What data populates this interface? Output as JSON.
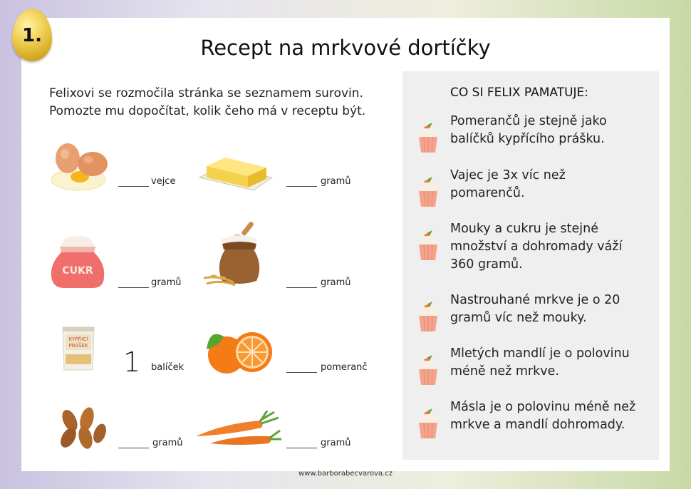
{
  "badge_number": "1.",
  "title": "Recept na mrkvové dortíčky",
  "intro": {
    "line1": "Felixovi se rozmočila stránka se seznamem surovin.",
    "line2": "Pomozte mu dopočítat, kolik čeho má v receptu být."
  },
  "ingredients": [
    {
      "icon": "eggs-icon",
      "unit": "vejce"
    },
    {
      "icon": "butter-icon",
      "unit": "gramů"
    },
    {
      "icon": "sugar-bag-icon",
      "unit": "gramů",
      "label": "CUKR"
    },
    {
      "icon": "flour-sack-icon",
      "unit": "gramů"
    },
    {
      "icon": "baking-powder-icon",
      "unit": "balíček",
      "value": "1",
      "label1": "KYPŘICÍ",
      "label2": "PRÁŠEK"
    },
    {
      "icon": "orange-icon",
      "unit": "pomeranč"
    },
    {
      "icon": "almonds-icon",
      "unit": "gramů"
    },
    {
      "icon": "carrots-icon",
      "unit": "gramů"
    }
  ],
  "panel": {
    "title": "CO SI FELIX PAMATUJE:",
    "clues": [
      {
        "l1": "Pomerančů je stejně jako",
        "l2": "balíčků kypřícího prášku.",
        "l3": ""
      },
      {
        "l1": "Vajec je 3x víc než",
        "l2": "pomarenčů.",
        "l3": ""
      },
      {
        "l1": "Mouky a cukru je stejné",
        "l2": "množství a dohromady váží",
        "l3": "360 gramů."
      },
      {
        "l1": "Nastrouhané mrkve je o 20",
        "l2": "gramů víc než mouky.",
        "l3": ""
      },
      {
        "l1": "Mletých mandlí je o polovinu",
        "l2": "méně než mrkve.",
        "l3": ""
      },
      {
        "l1": "Másla je o polovinu méně než",
        "l2": "mrkve a mandlí dohromady.",
        "l3": ""
      }
    ]
  },
  "footer": "www.barborabecvarova.cz",
  "colors": {
    "cupcake_liner": "#f4a48c",
    "frosting": "#f6efe6",
    "carrot": "#f07f2a",
    "panel_bg": "#efefef"
  }
}
